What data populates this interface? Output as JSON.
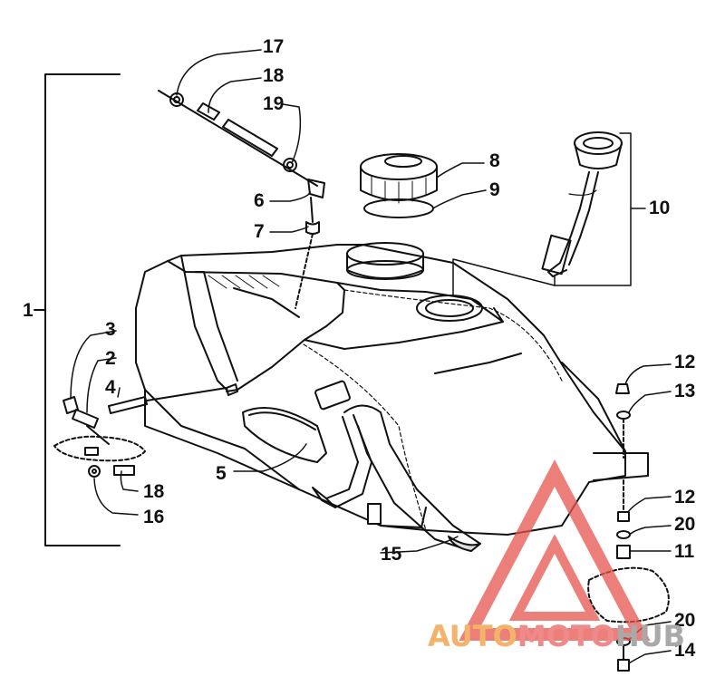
{
  "callouts": [
    {
      "id": "c17",
      "text": "17"
    },
    {
      "id": "c18a",
      "text": "18"
    },
    {
      "id": "c19",
      "text": "19"
    },
    {
      "id": "c8",
      "text": "8"
    },
    {
      "id": "c9",
      "text": "9"
    },
    {
      "id": "c10",
      "text": "10"
    },
    {
      "id": "c6",
      "text": "6"
    },
    {
      "id": "c7",
      "text": "7"
    },
    {
      "id": "c1",
      "text": "1"
    },
    {
      "id": "c3",
      "text": "3"
    },
    {
      "id": "c2",
      "text": "2"
    },
    {
      "id": "c4",
      "text": "4"
    },
    {
      "id": "c12a",
      "text": "12"
    },
    {
      "id": "c13",
      "text": "13"
    },
    {
      "id": "c5",
      "text": "5"
    },
    {
      "id": "c18b",
      "text": "18"
    },
    {
      "id": "c16",
      "text": "16"
    },
    {
      "id": "c12b",
      "text": "12"
    },
    {
      "id": "c20a",
      "text": "20"
    },
    {
      "id": "c11",
      "text": "11"
    },
    {
      "id": "c15",
      "text": "15"
    },
    {
      "id": "c20b",
      "text": "20"
    },
    {
      "id": "c14",
      "text": "14"
    }
  ],
  "watermark": {
    "part1": "AUTO",
    "part2": "MOTO",
    "part3": "HUB",
    "colors": {
      "triangle": "#e8554f",
      "auto": "#f4b36a",
      "moto": "#ef8a8a",
      "hub": "#a9a9a9"
    }
  }
}
